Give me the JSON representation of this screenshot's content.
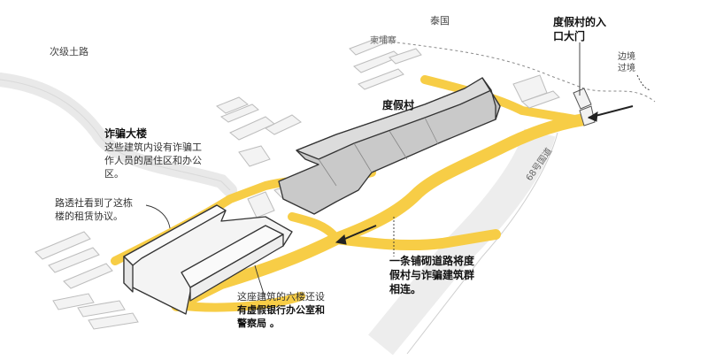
{
  "labels": {
    "secondary_road": "次级土路",
    "thailand": "泰国",
    "cambodia": "柬埔寨",
    "resort": "度假村",
    "resort_gate": [
      "度假村的入",
      "口大门"
    ],
    "border_crossing": [
      "边境",
      "过境"
    ],
    "highway": "68号国道"
  },
  "annotations": {
    "scam_building": {
      "title": "诈骗大楼",
      "lines": [
        "这些建筑内设有诈骗工",
        "作人员的居住区和办公",
        "区。"
      ]
    },
    "reuters_lease": {
      "lines": [
        "路透社看到了这栋",
        "楼的租赁协议。"
      ]
    },
    "paved_road": {
      "lines": [
        "一条铺砌道路将度",
        "假村与诈骗建筑群",
        "相连。"
      ]
    },
    "six_floor": {
      "lines": [
        "这座建筑的六楼还设",
        "有虚假银行办公室和",
        "警察局 。"
      ],
      "bold_fragment": "虚假银行办公室和",
      "bold_fragment2": "警察局"
    }
  },
  "colors": {
    "road": "#f7cd46",
    "resort_fill": "#cfcfcf",
    "building_fill": "#f3f3f3",
    "outline": "#333333",
    "arrow": "#222222"
  }
}
